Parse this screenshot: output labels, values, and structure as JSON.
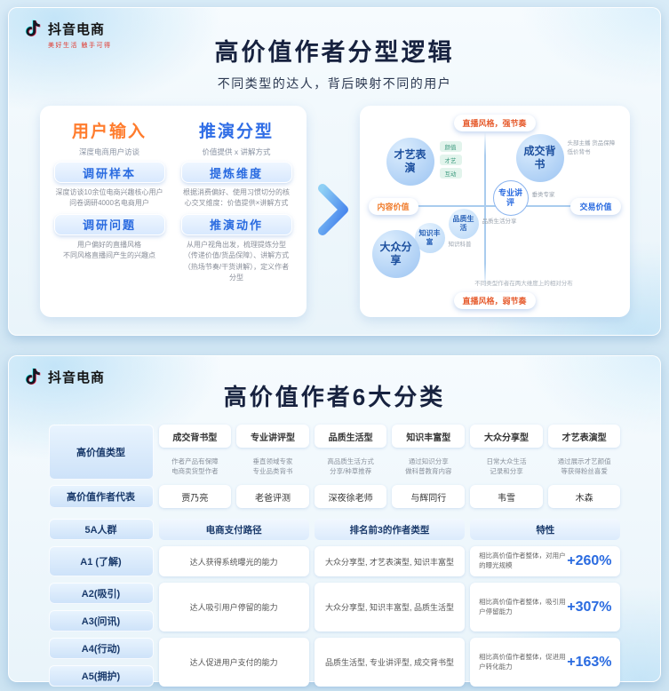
{
  "brand": {
    "name": "抖音电商",
    "tagline": "美好生活 触手可得"
  },
  "slide1": {
    "title": "高价值作者分型逻辑",
    "subtitle": "不同类型的达人，背后映射不同的用户",
    "input": {
      "header": "用户输入",
      "sub": "深度电商用户访谈",
      "pill_sample": "调研样本",
      "sample_text1": "深度访谈10余位电商兴趣核心用户",
      "sample_text2": "问卷调研4000名电商用户",
      "pill_question": "调研问题",
      "question_text1": "用户偏好的直播风格",
      "question_text2": "不同风格直播间产生的兴趣点"
    },
    "deduce": {
      "header": "推演分型",
      "sub": "价值提供 x 讲解方式",
      "pill_dimension": "提炼维度",
      "dimension_text": "根据消费偏好、使用习惯切分的核心交叉维度：价值提供×讲解方式",
      "pill_action": "推演动作",
      "action_text": "从用户视角出发，梳理提炼分型（传递价值/货品保障）、讲解方式（热场节奏/干货讲解），定义作者分型"
    },
    "quadrant": {
      "axis_top": "直播风格，强节奏",
      "axis_bottom": "直播风格，弱节奏",
      "axis_left": "内容价值",
      "axis_right": "交易价值",
      "bubble_talent": "才艺表演",
      "talent_tags": [
        "颜值",
        "才艺",
        "互动"
      ],
      "bubble_deal": "成交背书",
      "deal_note": "头部主播 货品保障 低价背书",
      "bubble_professional": "专业讲评",
      "professional_note": "垂类专家",
      "bubble_quality": "品质生活",
      "quality_note": "品质生活分享",
      "bubble_knowledge": "知识丰富",
      "knowledge_note": "知识科普",
      "bubble_mass": "大众分享",
      "footnote": "不同类型作者在两大维度上的相对分布"
    }
  },
  "slide2": {
    "title": "高价值作者6大分类",
    "type_label": "高价值类型",
    "rep_label": "高价值作者代表",
    "types": [
      {
        "name": "成交背书型",
        "desc1": "作者产品有保障",
        "desc2": "电商卖货型作者",
        "rep": "贾乃亮"
      },
      {
        "name": "专业讲评型",
        "desc1": "垂直领域专家",
        "desc2": "专业品类背书",
        "rep": "老爸评测"
      },
      {
        "name": "品质生活型",
        "desc1": "高品质生活方式",
        "desc2": "分享/种草推荐",
        "rep": "深夜徐老师"
      },
      {
        "name": "知识丰富型",
        "desc1": "通过知识分享",
        "desc2": "做科普教育内容",
        "rep": "与辉同行"
      },
      {
        "name": "大众分享型",
        "desc1": "日常大众生活",
        "desc2": "记录和分享",
        "rep": "韦雪"
      },
      {
        "name": "才艺表演型",
        "desc1": "通过展示才艺颜值",
        "desc2": "等获得粉丝喜爱",
        "rep": "木森"
      }
    ],
    "t5a": {
      "h_group": "5A人群",
      "h_path": "电商支付路径",
      "h_top3": "排名前3的作者类型",
      "h_trait": "特性",
      "rows": [
        {
          "l1": "A1 (了解)",
          "path": "达人获得系统曝光的能力",
          "top3": "大众分享型, 才艺表演型, 知识丰富型",
          "trait": "相比高价值作者整体，对用户的曝光规模",
          "value": "+260%"
        },
        {
          "l1": "A2(吸引)",
          "l2": "A3(问讯)",
          "path": "达人吸引用户停留的能力",
          "top3": "大众分享型, 知识丰富型, 品质生活型",
          "trait": "相比高价值作者整体，吸引用户停留能力",
          "value": "+307%"
        },
        {
          "l1": "A4(行动)",
          "l2": "A5(拥护)",
          "path": "达人促进用户支付的能力",
          "top3": "品质生活型, 专业讲评型, 成交背书型",
          "trait": "相比高价值作者整体，促进用户转化能力",
          "value": "+163%"
        }
      ]
    }
  }
}
